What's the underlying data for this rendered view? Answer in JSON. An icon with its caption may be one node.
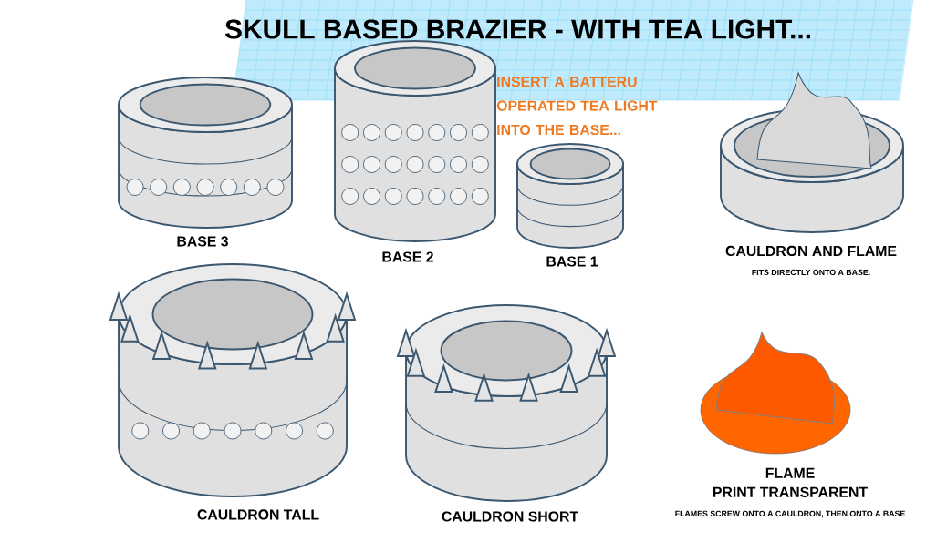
{
  "diagram": {
    "title": "SKULL BASED BRAZIER - WITH TEA LIGHT...",
    "nodes": [
      {
        "text": [
          "BASE 3"
        ]
      },
      {
        "text": [
          "BASE 2"
        ]
      },
      {
        "text": [
          "BASE 1"
        ]
      },
      {
        "text": [
          "CAULDRON AND FLAME",
          "FITS DIRECTLY ONTO A BASE."
        ]
      },
      {
        "text": [
          "CAULDRON TALL"
        ]
      },
      {
        "text": [
          "CAULDRON SHORT"
        ]
      },
      {
        "text": [
          "FLAME",
          "PRINT TRANSPARENT",
          "FLAMES SCREW ONTO A CAULDRON, THEN ONTO A BASE"
        ]
      }
    ],
    "labels": [
      "INSERT A BATTERU OPERATED TEA LIGHT INTO THE BASE..."
    ]
  }
}
